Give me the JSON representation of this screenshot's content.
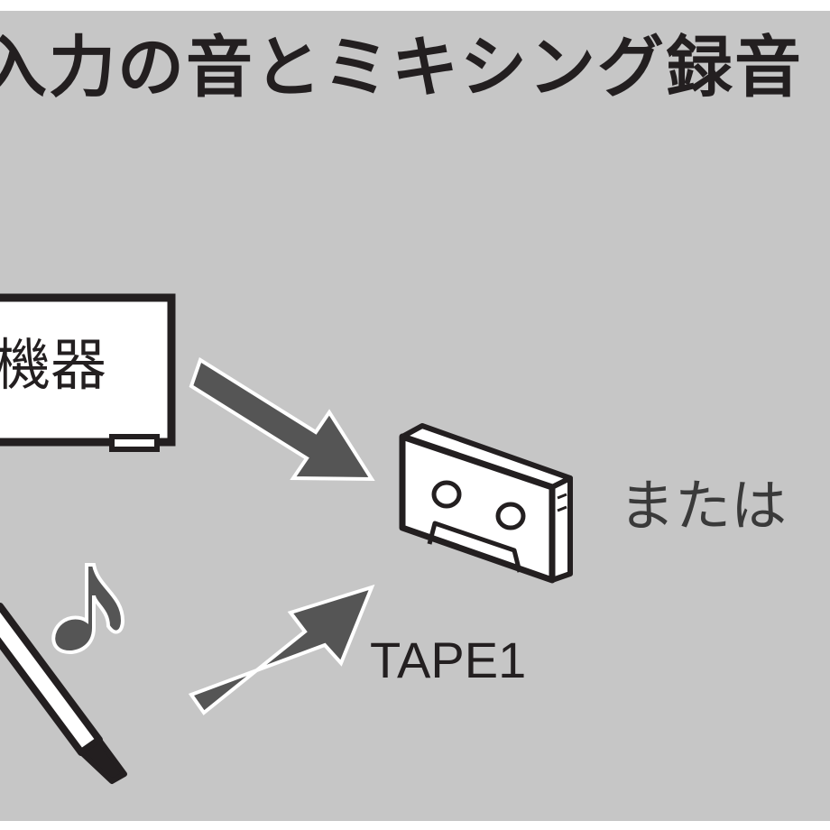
{
  "diagram": {
    "title": "入力の音とミキシング録音",
    "device_label": "機器",
    "or_label": "または",
    "tape_label": "TAPE1"
  },
  "colors": {
    "background": "#c6c6c6",
    "ink": "#231f20",
    "arrow_fill": "#555555",
    "box_fill": "#ffffff"
  },
  "icons": [
    "device-box-icon",
    "arrow-icon",
    "cassette-tape-icon",
    "music-note-icon",
    "microphone-icon"
  ]
}
